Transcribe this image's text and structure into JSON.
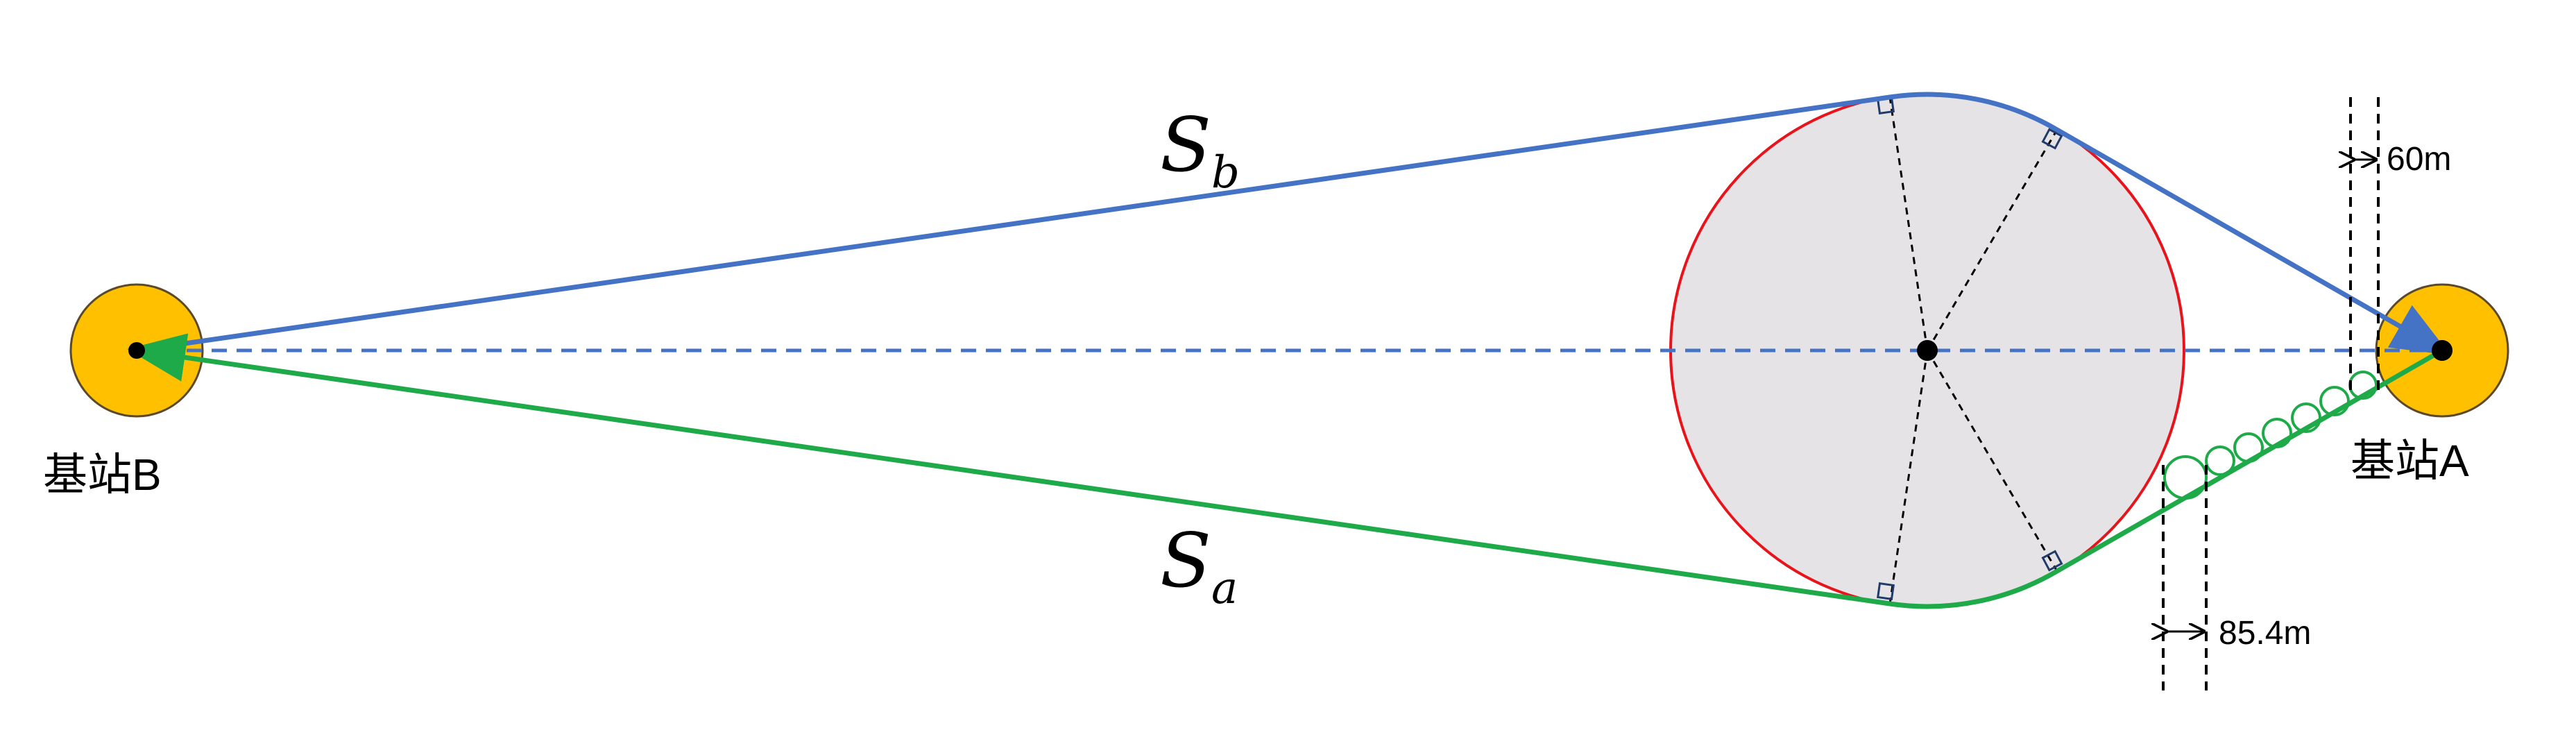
{
  "colors": {
    "path_b": "#4472C4",
    "path_a": "#1FAA4A",
    "station_fill": "#FFC000",
    "obstacle_fill": "#E6E3E6",
    "obstacle_stroke": "#E8141C",
    "dashed_axis": "#4472C4",
    "guide_lines": "#000000"
  },
  "labels": {
    "station_b": "基站B",
    "station_a": "基站A",
    "path_b_letter": "S",
    "path_b_sub": "b",
    "path_a_letter": "S",
    "path_a_sub": "a",
    "dim_top": "60m",
    "dim_bottom": "85.4m"
  }
}
